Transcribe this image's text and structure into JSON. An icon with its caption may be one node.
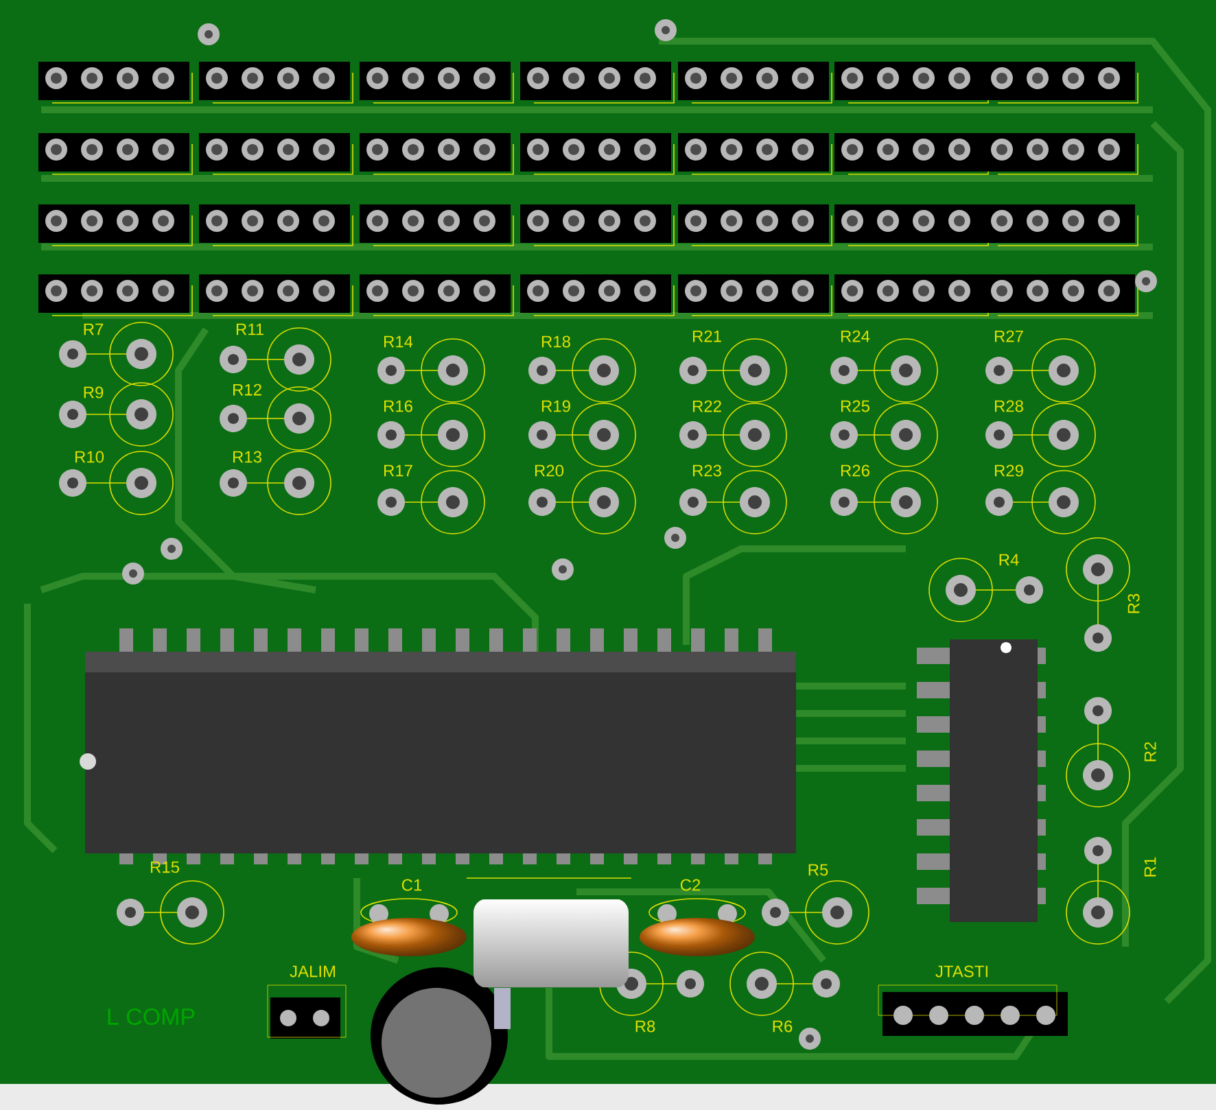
{
  "diagram": {
    "labels": [
      "R7",
      "R11",
      "R14",
      "R18",
      "R21",
      "R24",
      "R27",
      "R9",
      "R12",
      "R16",
      "R19",
      "R22",
      "R25",
      "R28",
      "R10",
      "R13",
      "R17",
      "R20",
      "R23",
      "R26",
      "R29",
      "R4",
      "R3",
      "R2",
      "R15",
      "C1",
      "C2",
      "R5",
      "R1",
      "JALIM",
      "JTASTI",
      "L COMP",
      "R8",
      "R6"
    ]
  }
}
